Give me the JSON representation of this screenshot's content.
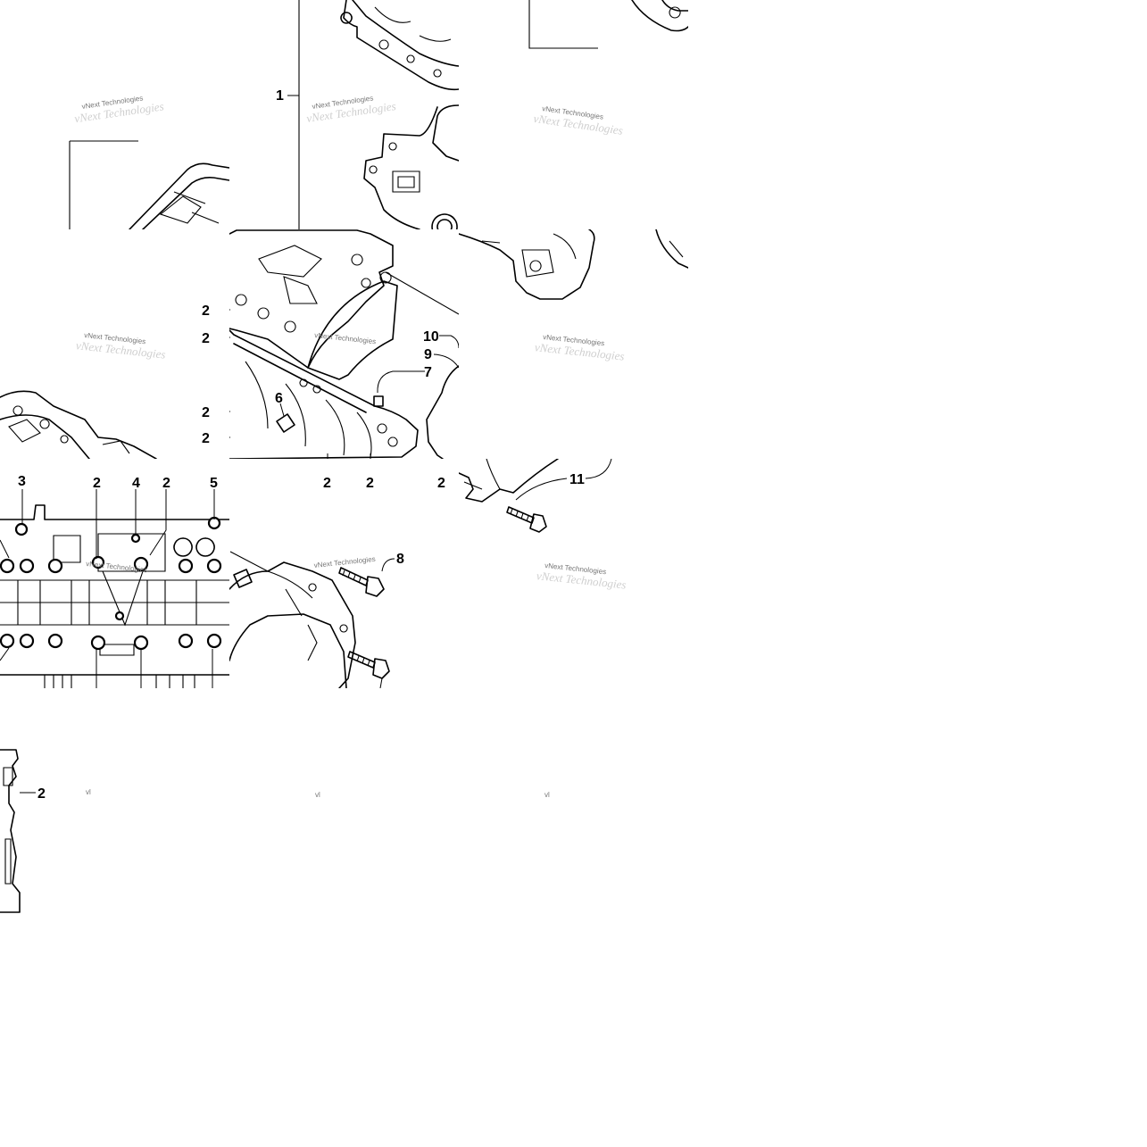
{
  "watermark": {
    "text": "vNext Technologies",
    "partial_text": "vl"
  },
  "callouts": {
    "c1": "1",
    "c2": "2",
    "c3": "3",
    "c4": "4",
    "c5": "5",
    "c6": "6",
    "c7": "7",
    "c8": "8",
    "c9": "9",
    "c10": "10",
    "c11": "11"
  }
}
